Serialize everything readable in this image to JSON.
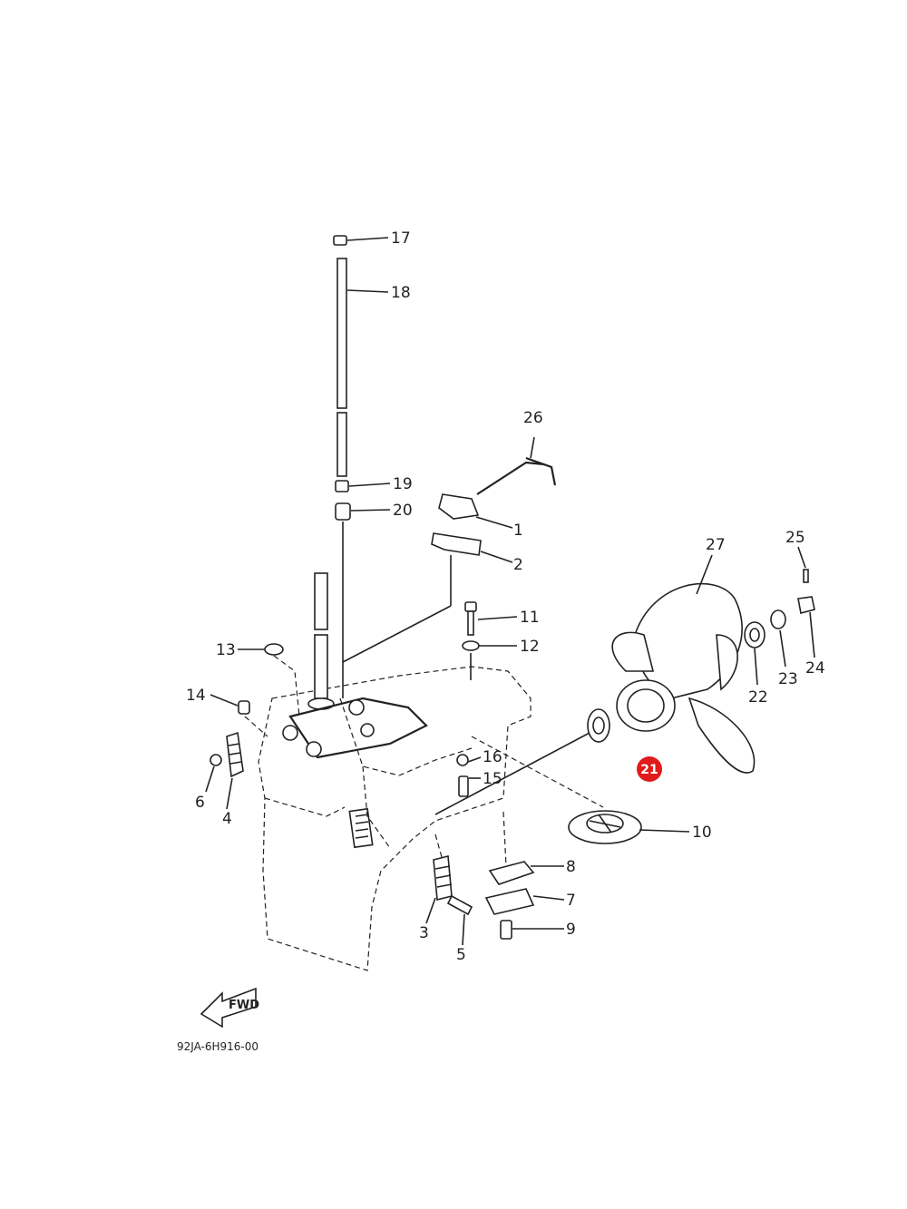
{
  "diagram": {
    "part_labels": [
      "1",
      "2",
      "3",
      "4",
      "5",
      "6",
      "7",
      "8",
      "9",
      "10",
      "11",
      "12",
      "13",
      "14",
      "15",
      "16",
      "17",
      "18",
      "19",
      "20",
      "22",
      "23",
      "24",
      "25",
      "26",
      "27"
    ],
    "highlighted_label": "21",
    "fwd_label": "FWD",
    "drawing_code": "92JA-6H916-00",
    "colors": {
      "line": "#222222",
      "highlight": "#e01b1b",
      "background": "#ffffff"
    }
  }
}
